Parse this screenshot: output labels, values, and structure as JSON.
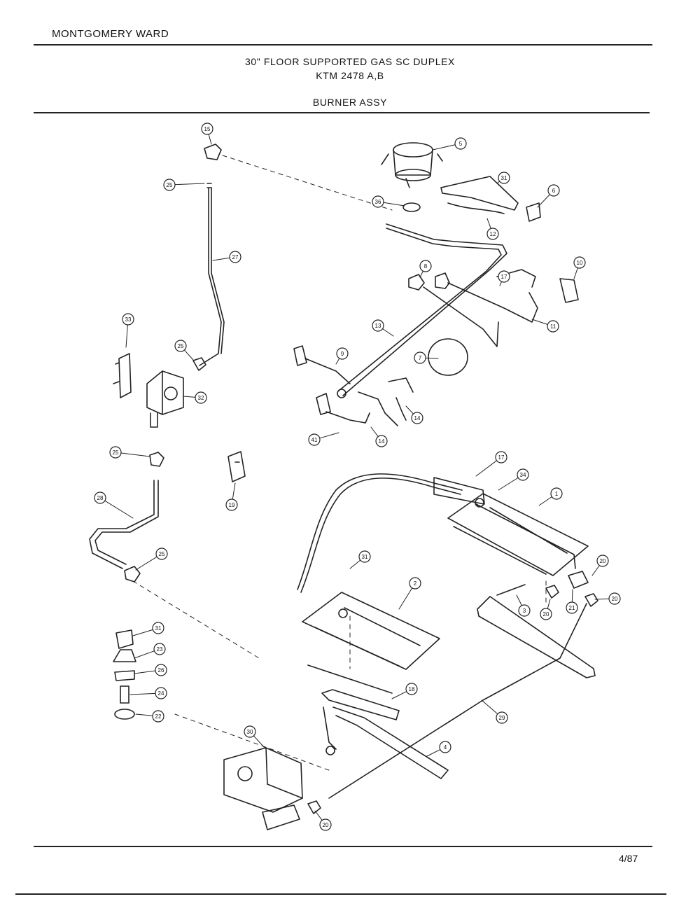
{
  "header": {
    "brand": "MONTGOMERY WARD",
    "title_line1": "30\" FLOOR SUPPORTED GAS SC DUPLEX",
    "title_line2": "KTM 2478 A,B",
    "section": "BURNER ASSY"
  },
  "footer": {
    "page": "4/87"
  },
  "callouts": [
    "15",
    "25",
    "27",
    "33",
    "25",
    "32",
    "25",
    "28",
    "25",
    "5",
    "31",
    "36",
    "6",
    "12",
    "8",
    "10",
    "17",
    "11",
    "13",
    "9",
    "7",
    "41",
    "14",
    "14",
    "19",
    "17",
    "34",
    "1",
    "31",
    "2",
    "20",
    "3",
    "20",
    "21",
    "20",
    "31",
    "23",
    "26",
    "24",
    "22",
    "18",
    "29",
    "30",
    "4",
    "20"
  ]
}
